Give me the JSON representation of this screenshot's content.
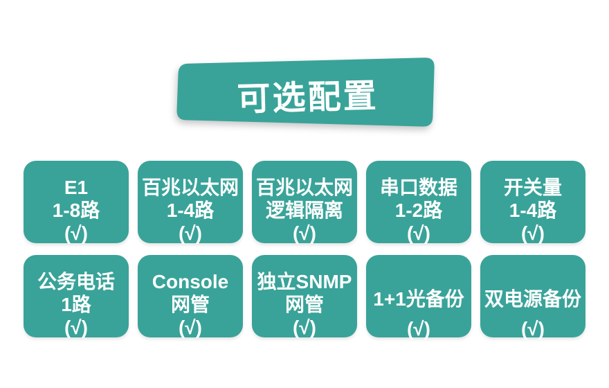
{
  "theme": {
    "accent": "#39a399",
    "text_on_accent": "#ffffff",
    "background": "#ffffff"
  },
  "title": {
    "text": "可选配置"
  },
  "cards": [
    {
      "id": "e1",
      "lines": [
        "E1",
        "1-8路",
        "(√)"
      ]
    },
    {
      "id": "fast-ethernet",
      "lines": [
        "百兆以太网",
        "1-4路",
        "(√)"
      ]
    },
    {
      "id": "fast-ethernet-isolated",
      "lines": [
        "百兆以太网",
        "逻辑隔离",
        "(√)"
      ]
    },
    {
      "id": "serial-data",
      "lines": [
        "串口数据",
        "1-2路",
        "(√)"
      ]
    },
    {
      "id": "switch-quantity",
      "lines": [
        "开关量",
        "1-4路",
        "(√)"
      ]
    },
    {
      "id": "service-phone",
      "lines": [
        "公务电话",
        "1路",
        "(√)"
      ]
    },
    {
      "id": "console-management",
      "lines": [
        "Console",
        "网管",
        "(√)"
      ]
    },
    {
      "id": "snmp-management",
      "lines": [
        "独立SNMP",
        "网管",
        "(√)"
      ]
    },
    {
      "id": "optical-backup",
      "lines": [
        "1+1光备份",
        "(√)"
      ]
    },
    {
      "id": "power-backup",
      "lines": [
        "双电源备份",
        "(√)"
      ]
    }
  ]
}
